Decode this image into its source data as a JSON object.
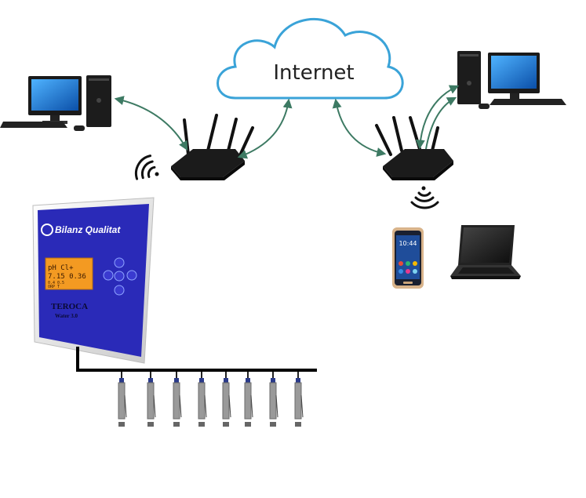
{
  "cloud": {
    "label": "Internet"
  },
  "controller": {
    "brand": "Bilanz Qualitat",
    "product_name": "TEROCA",
    "product_sub": "Water 3.0",
    "lcd_line1": "pH  Cl+",
    "lcd_line2": "7.15 0.36",
    "lcd_small": "0.4 0.5 ",
    "lcd_small2": "ORP  T"
  },
  "phone": {
    "time": "10:44"
  },
  "colors": {
    "cloud_stroke": "#3aa3d8",
    "arrow": "#3d7a63",
    "controller_face": "#2626b8",
    "lcd": "#f39a22"
  },
  "icons": [
    "desktop-computer-icon",
    "router-icon",
    "wifi-signal-icon",
    "smartphone-icon",
    "laptop-icon",
    "sensor-probe-icon"
  ]
}
